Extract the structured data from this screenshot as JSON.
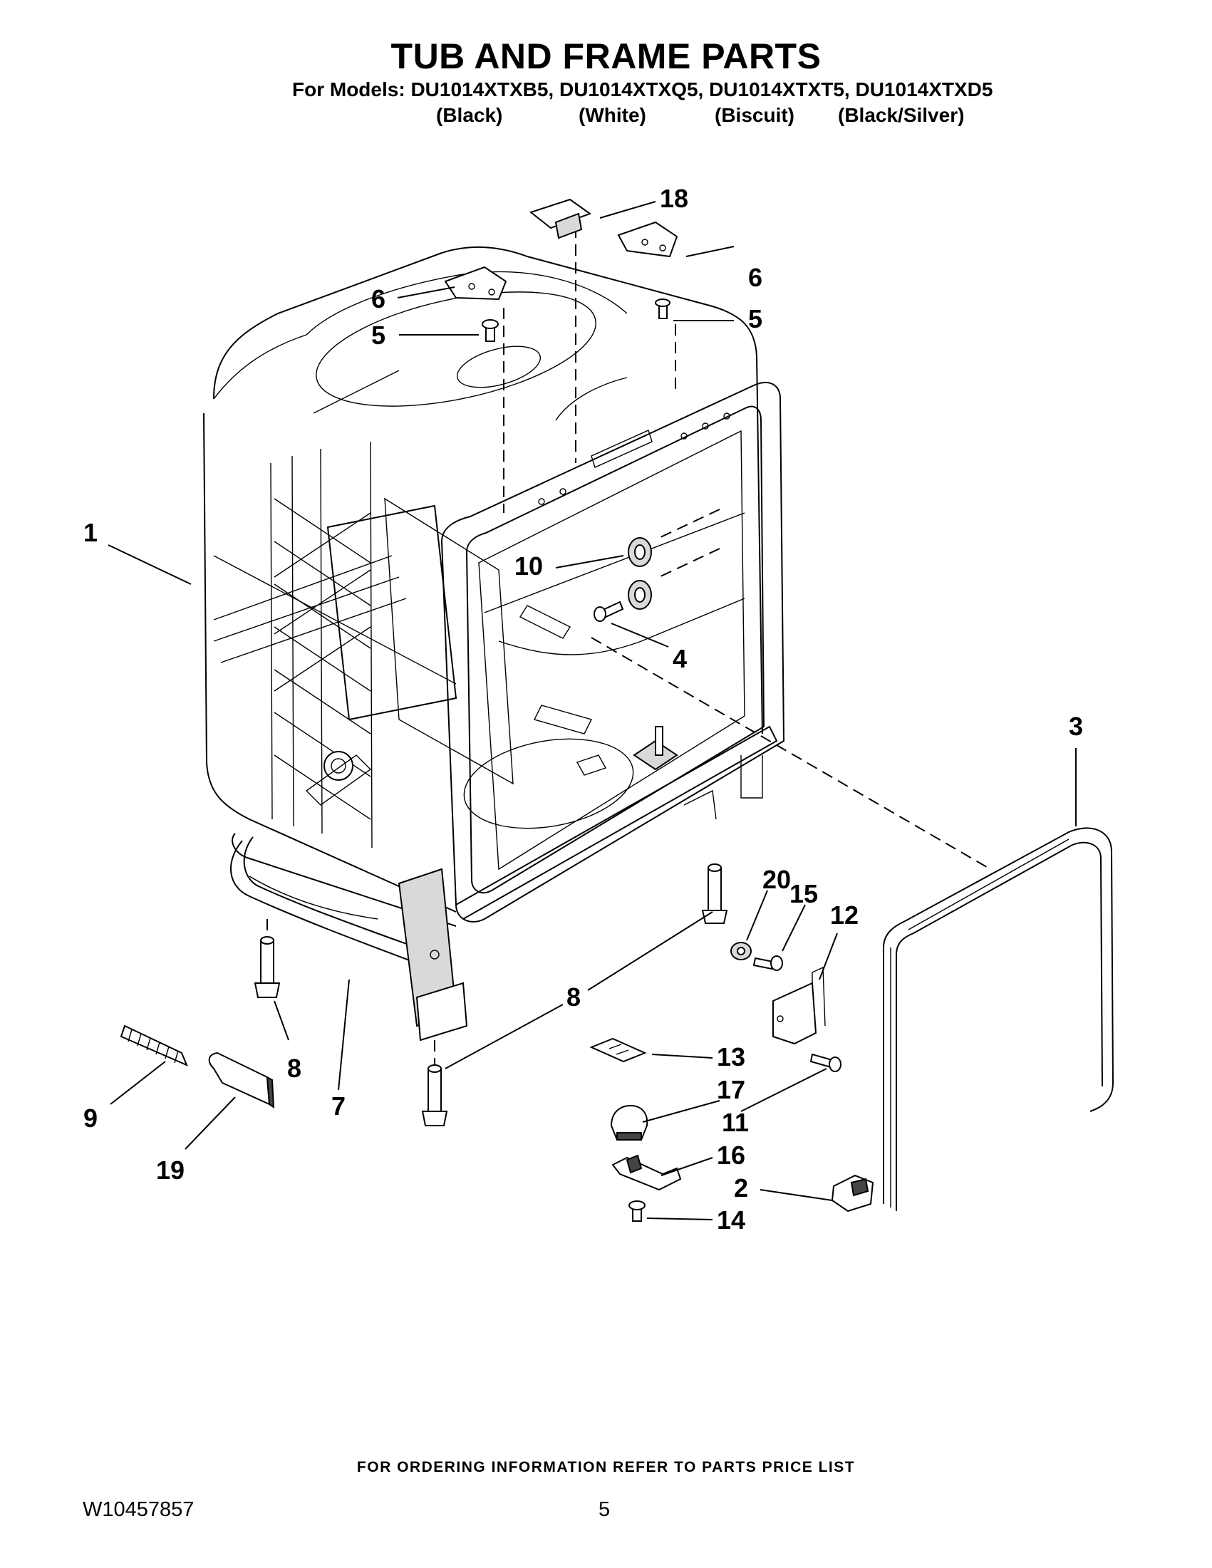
{
  "header": {
    "title": "TUB AND FRAME PARTS",
    "models_line": "For Models: DU1014XTXB5, DU1014XTXQ5, DU1014XTXT5, DU1014XTXD5",
    "colors": [
      "(Black)",
      "(White)",
      "(Biscuit)",
      "(Black/Silver)"
    ]
  },
  "callouts": {
    "c1": "1",
    "c2": "2",
    "c3": "3",
    "c4": "4",
    "c5a": "5",
    "c5b": "5",
    "c6a": "6",
    "c6b": "6",
    "c7": "7",
    "c8a": "8",
    "c8b": "8",
    "c9": "9",
    "c10": "10",
    "c11": "11",
    "c12": "12",
    "c13": "13",
    "c14": "14",
    "c15": "15",
    "c16": "16",
    "c17": "17",
    "c18": "18",
    "c19": "19",
    "c20": "20"
  },
  "footer": {
    "ordering_note": "FOR ORDERING INFORMATION REFER TO PARTS PRICE LIST",
    "document_number": "W10457857",
    "page_number": "5"
  }
}
